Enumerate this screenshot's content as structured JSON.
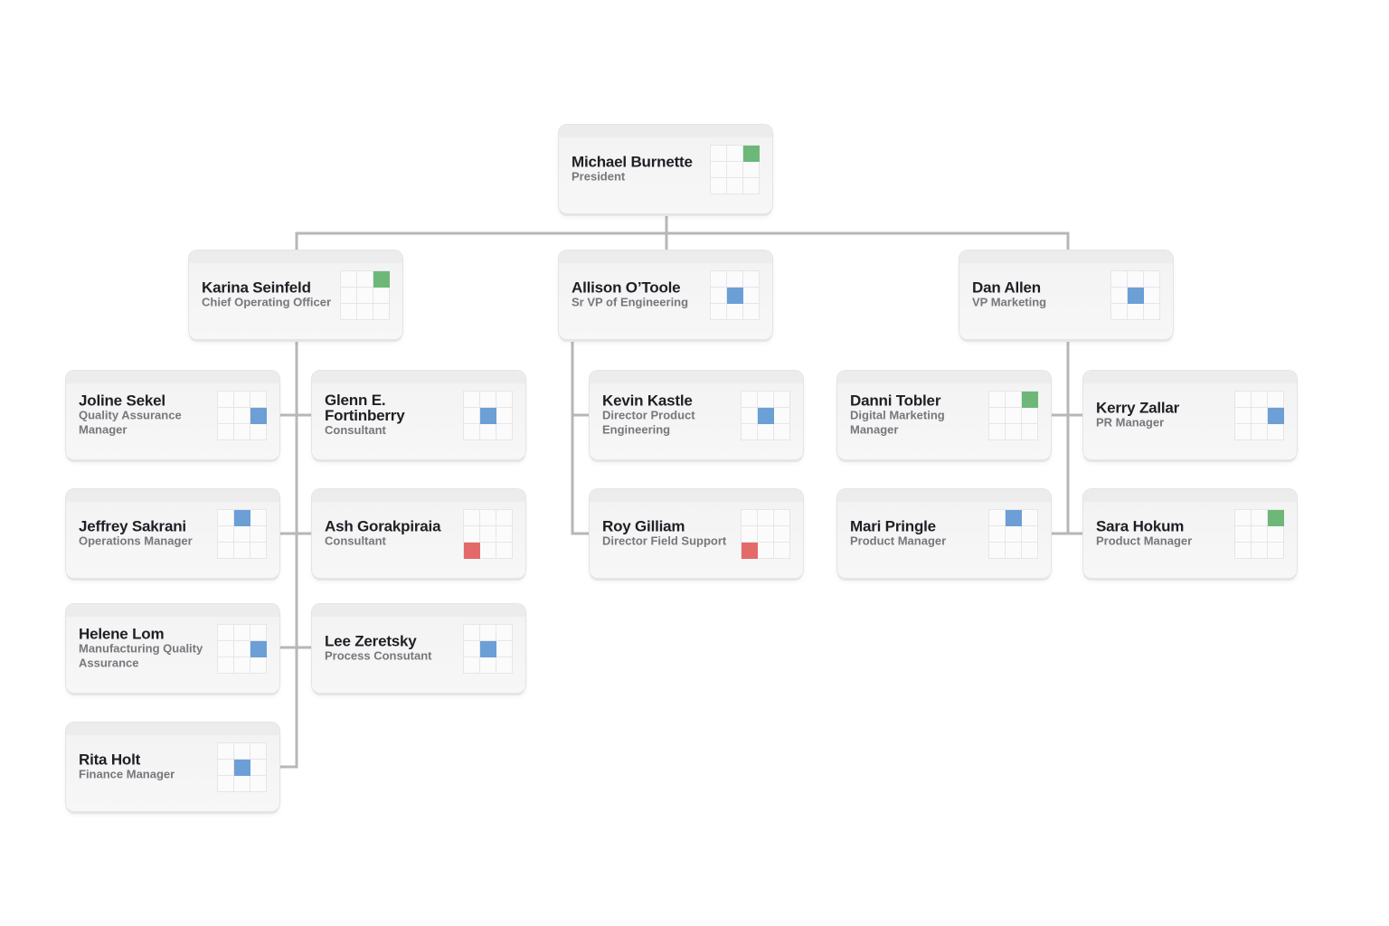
{
  "colors": {
    "green": "#6db879",
    "blue": "#6b9fd6",
    "red": "#e46a6a",
    "connector": "#b7b7b9"
  },
  "nodes": [
    {
      "id": "michael-burnette",
      "name": "Michael Burnette",
      "title": "President",
      "marker": {
        "row": 0,
        "col": 2,
        "color": "green"
      }
    },
    {
      "id": "karina-seinfeld",
      "name": "Karina Seinfeld",
      "title": "Chief Operating Officer",
      "marker": {
        "row": 0,
        "col": 2,
        "color": "green"
      }
    },
    {
      "id": "allison-otoole",
      "name": "Allison O’Toole",
      "title": "Sr VP of Engineering",
      "marker": {
        "row": 1,
        "col": 1,
        "color": "blue"
      }
    },
    {
      "id": "dan-allen",
      "name": "Dan Allen",
      "title": "VP Marketing",
      "marker": {
        "row": 1,
        "col": 1,
        "color": "blue"
      }
    },
    {
      "id": "joline-sekel",
      "name": "Joline Sekel",
      "title": "Quality Assurance Manager",
      "marker": {
        "row": 1,
        "col": 2,
        "color": "blue"
      }
    },
    {
      "id": "glenn-fortinberry",
      "name": "Glenn E. Fortinberry",
      "title": "Consultant",
      "marker": {
        "row": 1,
        "col": 1,
        "color": "blue"
      }
    },
    {
      "id": "jeffrey-sakrani",
      "name": "Jeffrey Sakrani",
      "title": "Operations Manager",
      "marker": {
        "row": 0,
        "col": 1,
        "color": "blue"
      }
    },
    {
      "id": "ash-gorakpiraia",
      "name": "Ash Gorakpiraia",
      "title": "Consultant",
      "marker": {
        "row": 2,
        "col": 0,
        "color": "red"
      }
    },
    {
      "id": "helene-lom",
      "name": "Helene Lom",
      "title": "Manufacturing Quality Assurance",
      "marker": {
        "row": 1,
        "col": 2,
        "color": "blue"
      }
    },
    {
      "id": "lee-zeretsky",
      "name": "Lee Zeretsky",
      "title": "Process Consutant",
      "marker": {
        "row": 1,
        "col": 1,
        "color": "blue"
      }
    },
    {
      "id": "rita-holt",
      "name": "Rita Holt",
      "title": "Finance Manager",
      "marker": {
        "row": 1,
        "col": 1,
        "color": "blue"
      }
    },
    {
      "id": "kevin-kastle",
      "name": "Kevin Kastle",
      "title": "Director Product Engineering",
      "marker": {
        "row": 1,
        "col": 1,
        "color": "blue"
      }
    },
    {
      "id": "roy-gilliam",
      "name": "Roy Gilliam",
      "title": "Director Field Support",
      "marker": {
        "row": 2,
        "col": 0,
        "color": "red"
      }
    },
    {
      "id": "danni-tobler",
      "name": "Danni Tobler",
      "title": "Digital Marketing Manager",
      "marker": {
        "row": 0,
        "col": 2,
        "color": "green"
      }
    },
    {
      "id": "kerry-zallar",
      "name": "Kerry Zallar",
      "title": "PR Manager",
      "marker": {
        "row": 1,
        "col": 2,
        "color": "blue"
      }
    },
    {
      "id": "mari-pringle",
      "name": "Mari Pringle",
      "title": "Product Manager",
      "marker": {
        "row": 0,
        "col": 1,
        "color": "blue"
      }
    },
    {
      "id": "sara-hokum",
      "name": "Sara Hokum",
      "title": "Product Manager",
      "marker": {
        "row": 0,
        "col": 2,
        "color": "green"
      }
    }
  ]
}
